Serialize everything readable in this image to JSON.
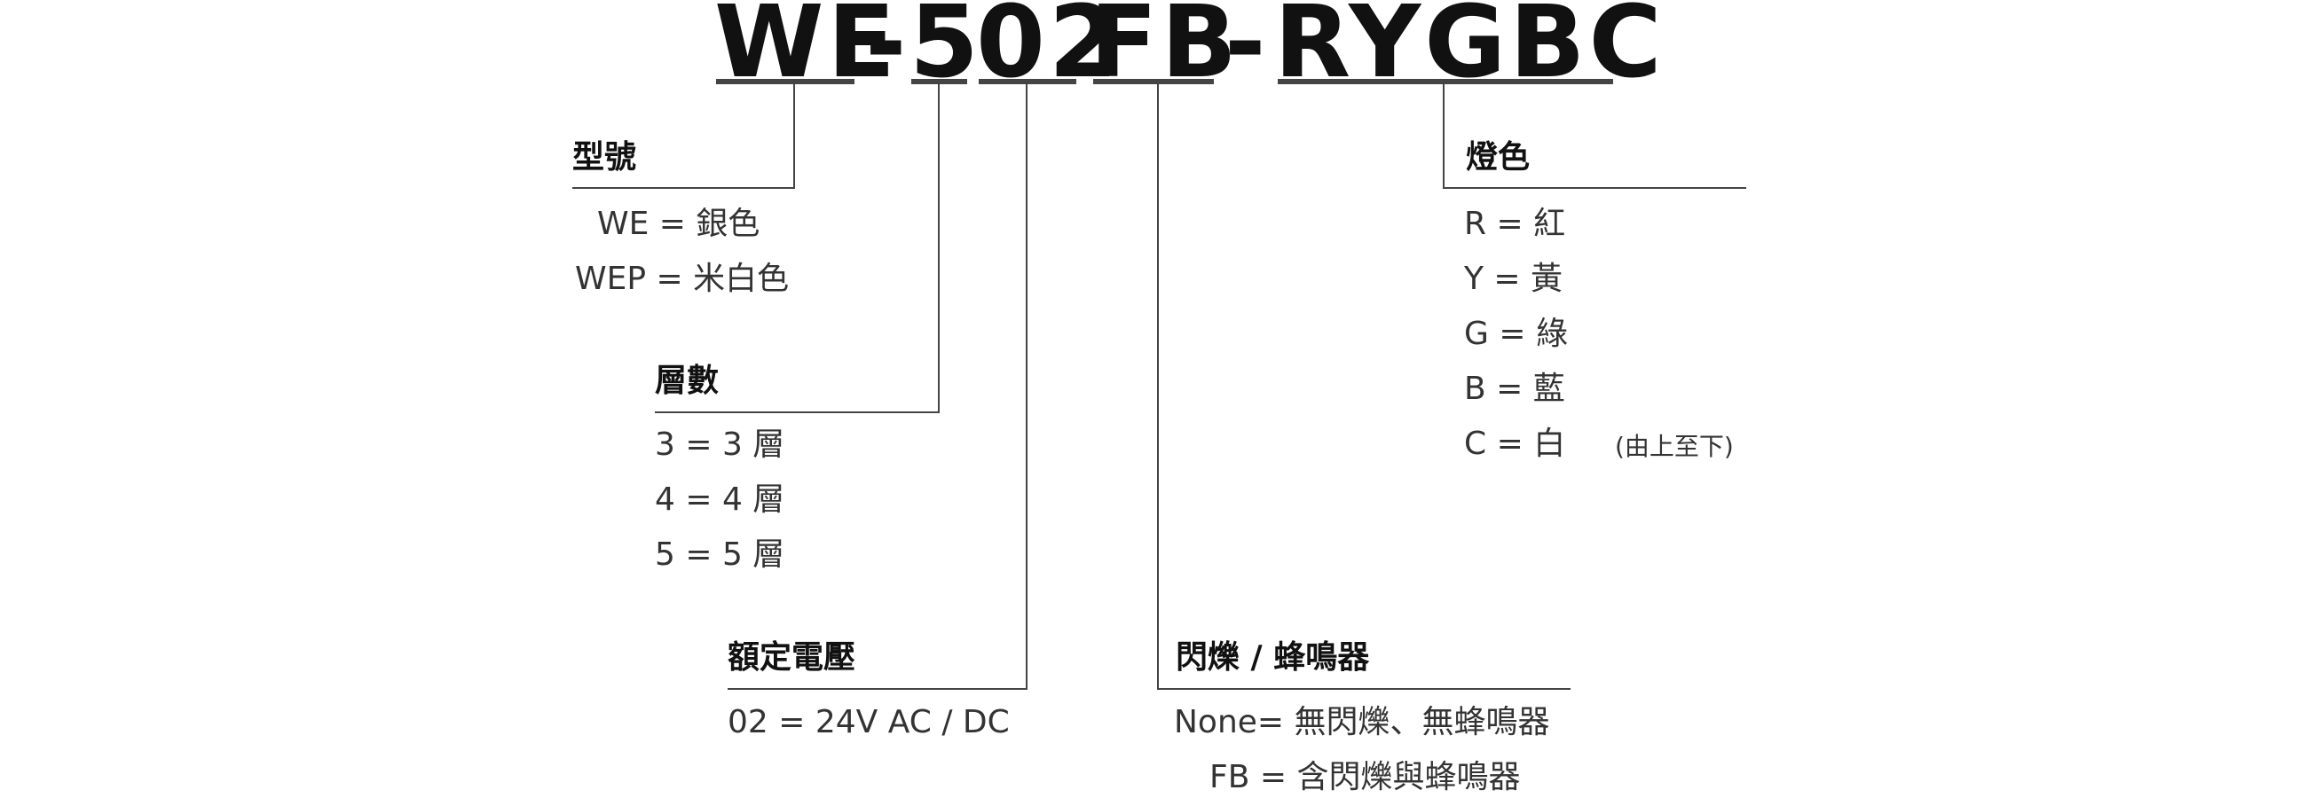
{
  "code": {
    "s1": "WE",
    "d1": "-",
    "s2": "5",
    "s3": "02",
    "s4": "FB",
    "d2": "-",
    "s5": "RYGBC"
  },
  "model": {
    "title": "型號",
    "rows": [
      "WE = 銀色",
      "WEP = 米白色"
    ]
  },
  "tiers": {
    "title": "層數",
    "rows": [
      "3 = 3 層",
      "4 = 4 層",
      "5 = 5 層"
    ]
  },
  "voltage": {
    "title": "額定電壓",
    "rows": [
      "02 = 24V AC / DC"
    ]
  },
  "flash": {
    "title": "閃爍 / 蜂鳴器",
    "rows": [
      "None= 無閃爍、無蜂鳴器",
      "FB = 含閃爍與蜂鳴器"
    ]
  },
  "light": {
    "title": "燈色",
    "rows": [
      "R = 紅",
      "Y = 黃",
      "G = 綠",
      "B = 藍",
      "C = 白"
    ],
    "note": "(由上至下)"
  },
  "colors": {
    "line": "#444444",
    "text": "#222222"
  }
}
